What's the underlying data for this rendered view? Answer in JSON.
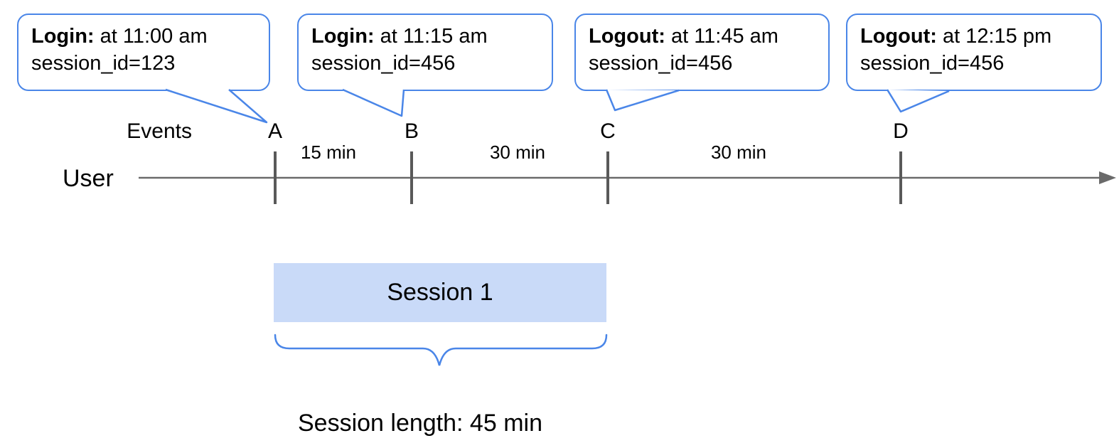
{
  "diagram": {
    "title_hint": "User session timeline diagram",
    "bubbles": [
      {
        "keyword": "Login:",
        "text": " at 11:00 am",
        "line2": "session_id=123"
      },
      {
        "keyword": "Login:",
        "text": " at 11:15 am",
        "line2": "session_id=456"
      },
      {
        "keyword": "Logout:",
        "text": " at 11:45 am",
        "line2": "session_id=456"
      },
      {
        "keyword": "Logout:",
        "text": " at 12:15 pm",
        "line2": "session_id=456"
      }
    ],
    "axis": {
      "events_label": "Events",
      "row_label": "User",
      "event_markers": [
        "A",
        "B",
        "C",
        "D"
      ],
      "intervals": [
        "15 min",
        "30 min",
        "30 min"
      ]
    },
    "session": {
      "box_label": "Session 1",
      "length_label": "Session length: 45 min"
    },
    "colors": {
      "bubble_border": "#4a86e8",
      "brace_blue": "#4a86e8",
      "session_fill": "#c9daf8",
      "timeline_gray": "#666666",
      "tick_gray": "#595959",
      "text_black": "#000000"
    }
  }
}
